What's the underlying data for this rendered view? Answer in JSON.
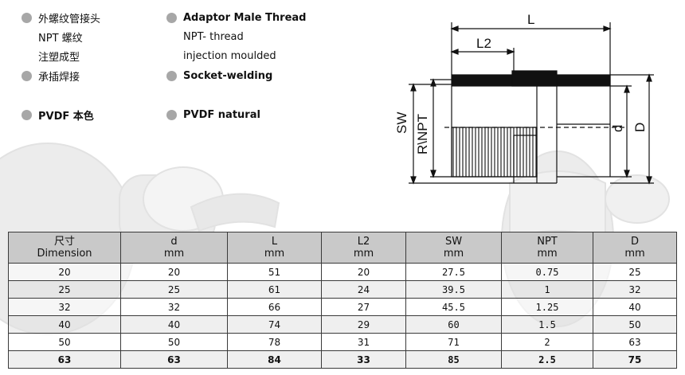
{
  "specs": {
    "chinese": [
      "外螺纹管接头",
      "NPT 螺纹",
      "注塑成型",
      "承插焊接",
      "PVDF 本色"
    ],
    "english": [
      "Adaptor Male Thread",
      "NPT- thread",
      "injection moulded",
      "Socket-welding",
      "PVDF  natural"
    ]
  },
  "drawing_labels": {
    "L": "L",
    "L2": "L2",
    "SW": "SW",
    "RNPT": "R\\NPT",
    "d": "d",
    "D": "D"
  },
  "table": {
    "headers": [
      {
        "top": "尺寸",
        "bottom": "Dimension"
      },
      {
        "top": "d",
        "bottom": "mm"
      },
      {
        "top": "L",
        "bottom": "mm"
      },
      {
        "top": "L2",
        "bottom": "mm"
      },
      {
        "top": "SW",
        "bottom": "mm"
      },
      {
        "top": "NPT",
        "bottom": "mm"
      },
      {
        "top": "D",
        "bottom": "mm"
      }
    ],
    "rows": [
      [
        "20",
        "20",
        "51",
        "20",
        "27.5",
        "0.75",
        "25"
      ],
      [
        "25",
        "25",
        "61",
        "24",
        "39.5",
        "1",
        "32"
      ],
      [
        "32",
        "32",
        "66",
        "27",
        "45.5",
        "1.25",
        "40"
      ],
      [
        "40",
        "40",
        "74",
        "29",
        "60",
        "1.5",
        "50"
      ],
      [
        "50",
        "50",
        "78",
        "31",
        "71",
        "2",
        "63"
      ],
      [
        "63",
        "63",
        "84",
        "33",
        "85",
        "2.5",
        "75"
      ]
    ]
  }
}
